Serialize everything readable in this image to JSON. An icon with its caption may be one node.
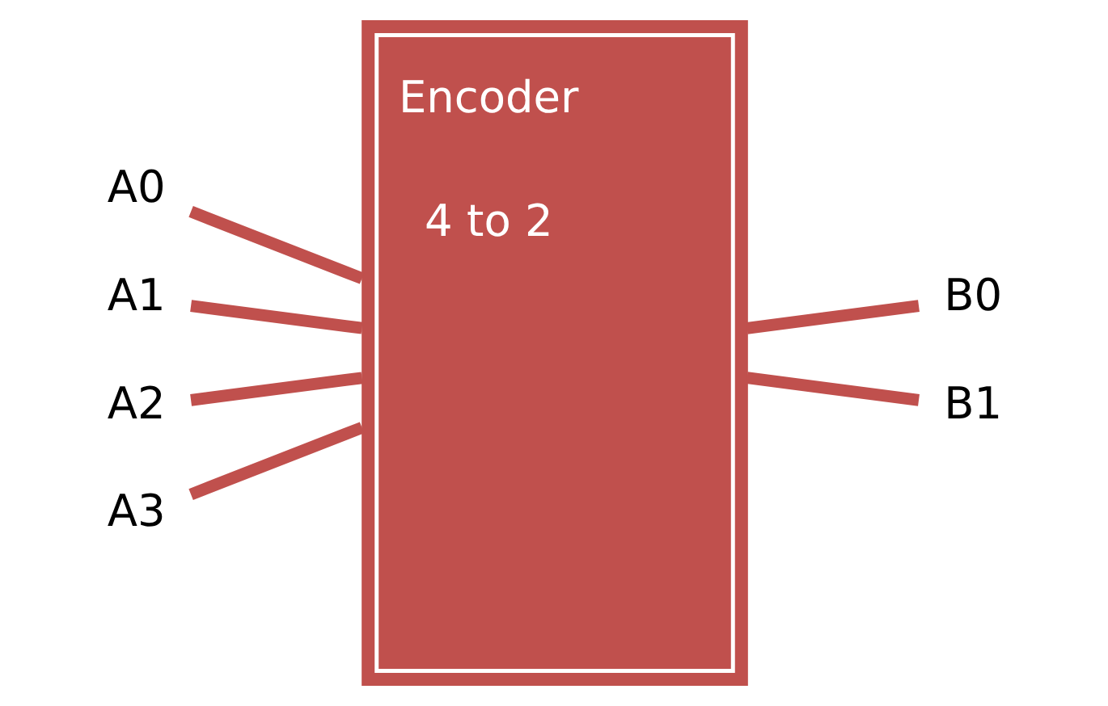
{
  "diagram": {
    "nodes": [
      {
        "text": [
          "A0"
        ]
      },
      {
        "text": [
          "A1"
        ]
      },
      {
        "text": [
          "A2"
        ]
      },
      {
        "text": [
          "A3"
        ]
      },
      {
        "text": [
          "Encoder",
          "4 to 2"
        ]
      },
      {
        "text": [
          "B0"
        ]
      },
      {
        "text": [
          "B1"
        ]
      }
    ],
    "edges": [
      {
        "from": 0,
        "to": 4,
        "arrow": "none"
      },
      {
        "from": 1,
        "to": 4,
        "arrow": "none"
      },
      {
        "from": 2,
        "to": 4,
        "arrow": "none"
      },
      {
        "from": 3,
        "to": 4,
        "arrow": "none"
      },
      {
        "from": 4,
        "to": 5,
        "arrow": "none"
      },
      {
        "from": 4,
        "to": 6,
        "arrow": "none"
      }
    ]
  }
}
